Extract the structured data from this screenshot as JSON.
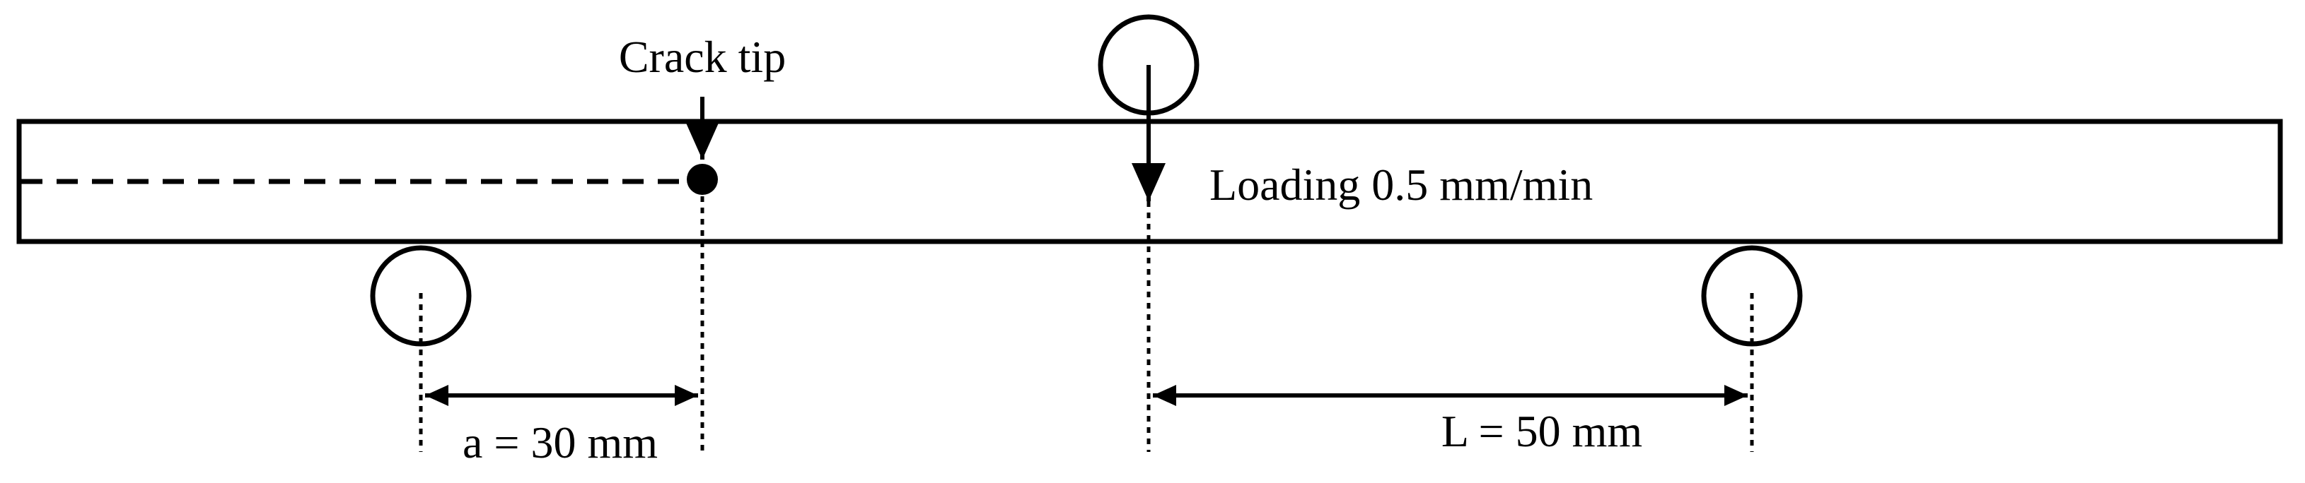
{
  "labels": {
    "crack_tip": "Crack tip",
    "loading": "Loading 0.5 mm/min",
    "crack_length": "a = 30 mm",
    "span": "L = 50 mm"
  },
  "colors": {
    "line": "#000000",
    "background": "#ffffff"
  }
}
